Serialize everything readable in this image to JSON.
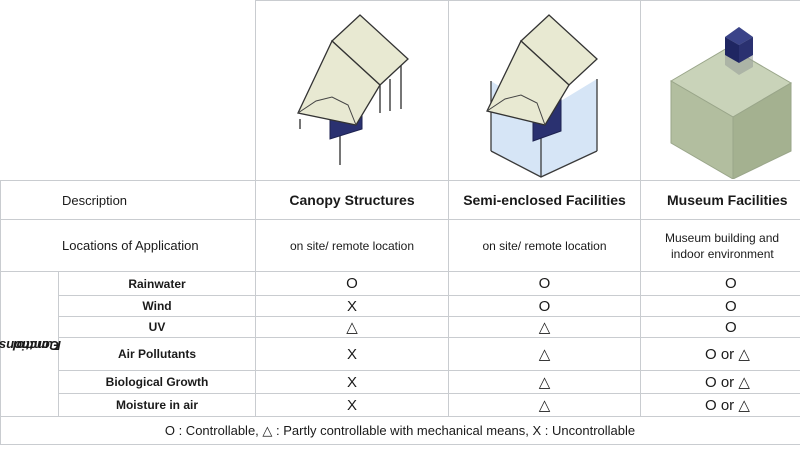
{
  "header": {
    "description_label": "Description",
    "locations_label": "Locations of Application"
  },
  "columns": [
    {
      "title": "Canopy Structures",
      "location": "on site/ remote location"
    },
    {
      "title": "Semi-enclosed Facilities",
      "location": "on site/ remote location"
    },
    {
      "title": "Museum Facilities",
      "location_line1": "Museum building and",
      "location_line2": "indoor environment"
    }
  ],
  "functions_label_line1": "Functions of",
  "functions_label_line2": "Control",
  "rows": [
    {
      "label": "Rainwater",
      "values": [
        "O",
        "O",
        "O"
      ]
    },
    {
      "label": "Wind",
      "values": [
        "X",
        "O",
        "O"
      ]
    },
    {
      "label": "UV",
      "values": [
        "△",
        "△",
        "O"
      ]
    },
    {
      "label": "Air Pollutants",
      "values": [
        "X",
        "△",
        "O or △"
      ]
    },
    {
      "label": "Biological Growth",
      "values": [
        "X",
        "△",
        "O or △"
      ]
    },
    {
      "label": "Moisture in air",
      "values": [
        "X",
        "△",
        "O or △"
      ]
    }
  ],
  "legend": "O : Controllable, △ : Partly controllable with mechanical means,  X : Uncontrollable",
  "colors": {
    "roof": "#e8e9d2",
    "box": "#2a3170",
    "enclosure": "#cfe0f5",
    "museum": "#b7c3a6",
    "grid": "#c9ccd0"
  }
}
